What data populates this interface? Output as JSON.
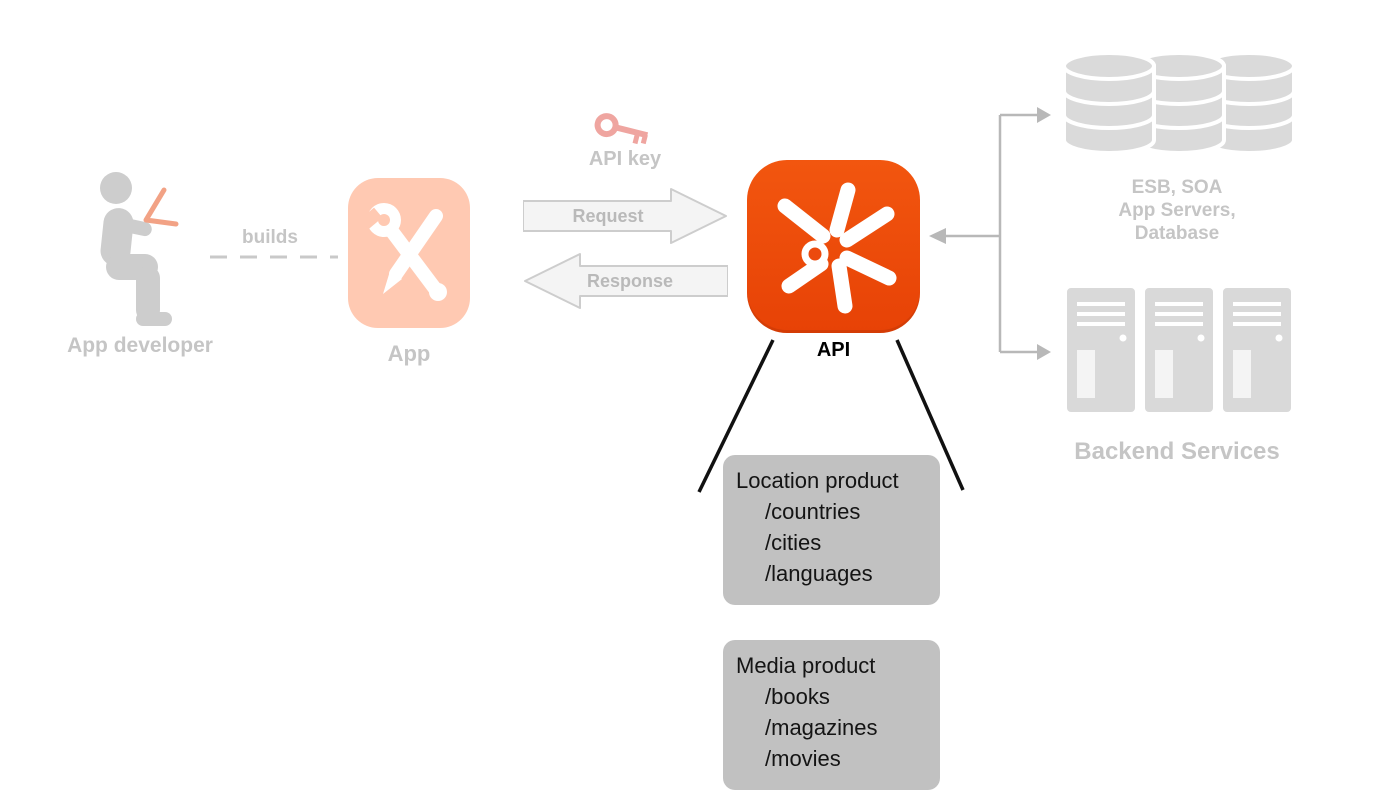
{
  "labels": {
    "app_developer": "App developer",
    "builds": "builds",
    "app": "App",
    "api_key": "API key",
    "request": "Request",
    "response": "Response",
    "api": "API",
    "backend_stack_line1": "ESB, SOA",
    "backend_stack_line2": "App Servers,",
    "backend_stack_line3": "Database",
    "backend_services": "Backend Services"
  },
  "products": [
    {
      "title": "Location product",
      "items": [
        "/countries",
        "/cities",
        "/languages"
      ]
    },
    {
      "title": "Media product",
      "items": [
        "/books",
        "/magazines",
        "/movies"
      ]
    }
  ],
  "colors": {
    "api_orange": "#EC4A0E",
    "app_peach": "#FFC9B2",
    "key_pink": "#EFA5A0",
    "muted_text": "#C5C5C5",
    "product_box_gray": "#C1C1C1",
    "connector_gray": "#B8B8B8",
    "divider_black": "#111111",
    "arrow_fill": "#F4F4F4"
  }
}
